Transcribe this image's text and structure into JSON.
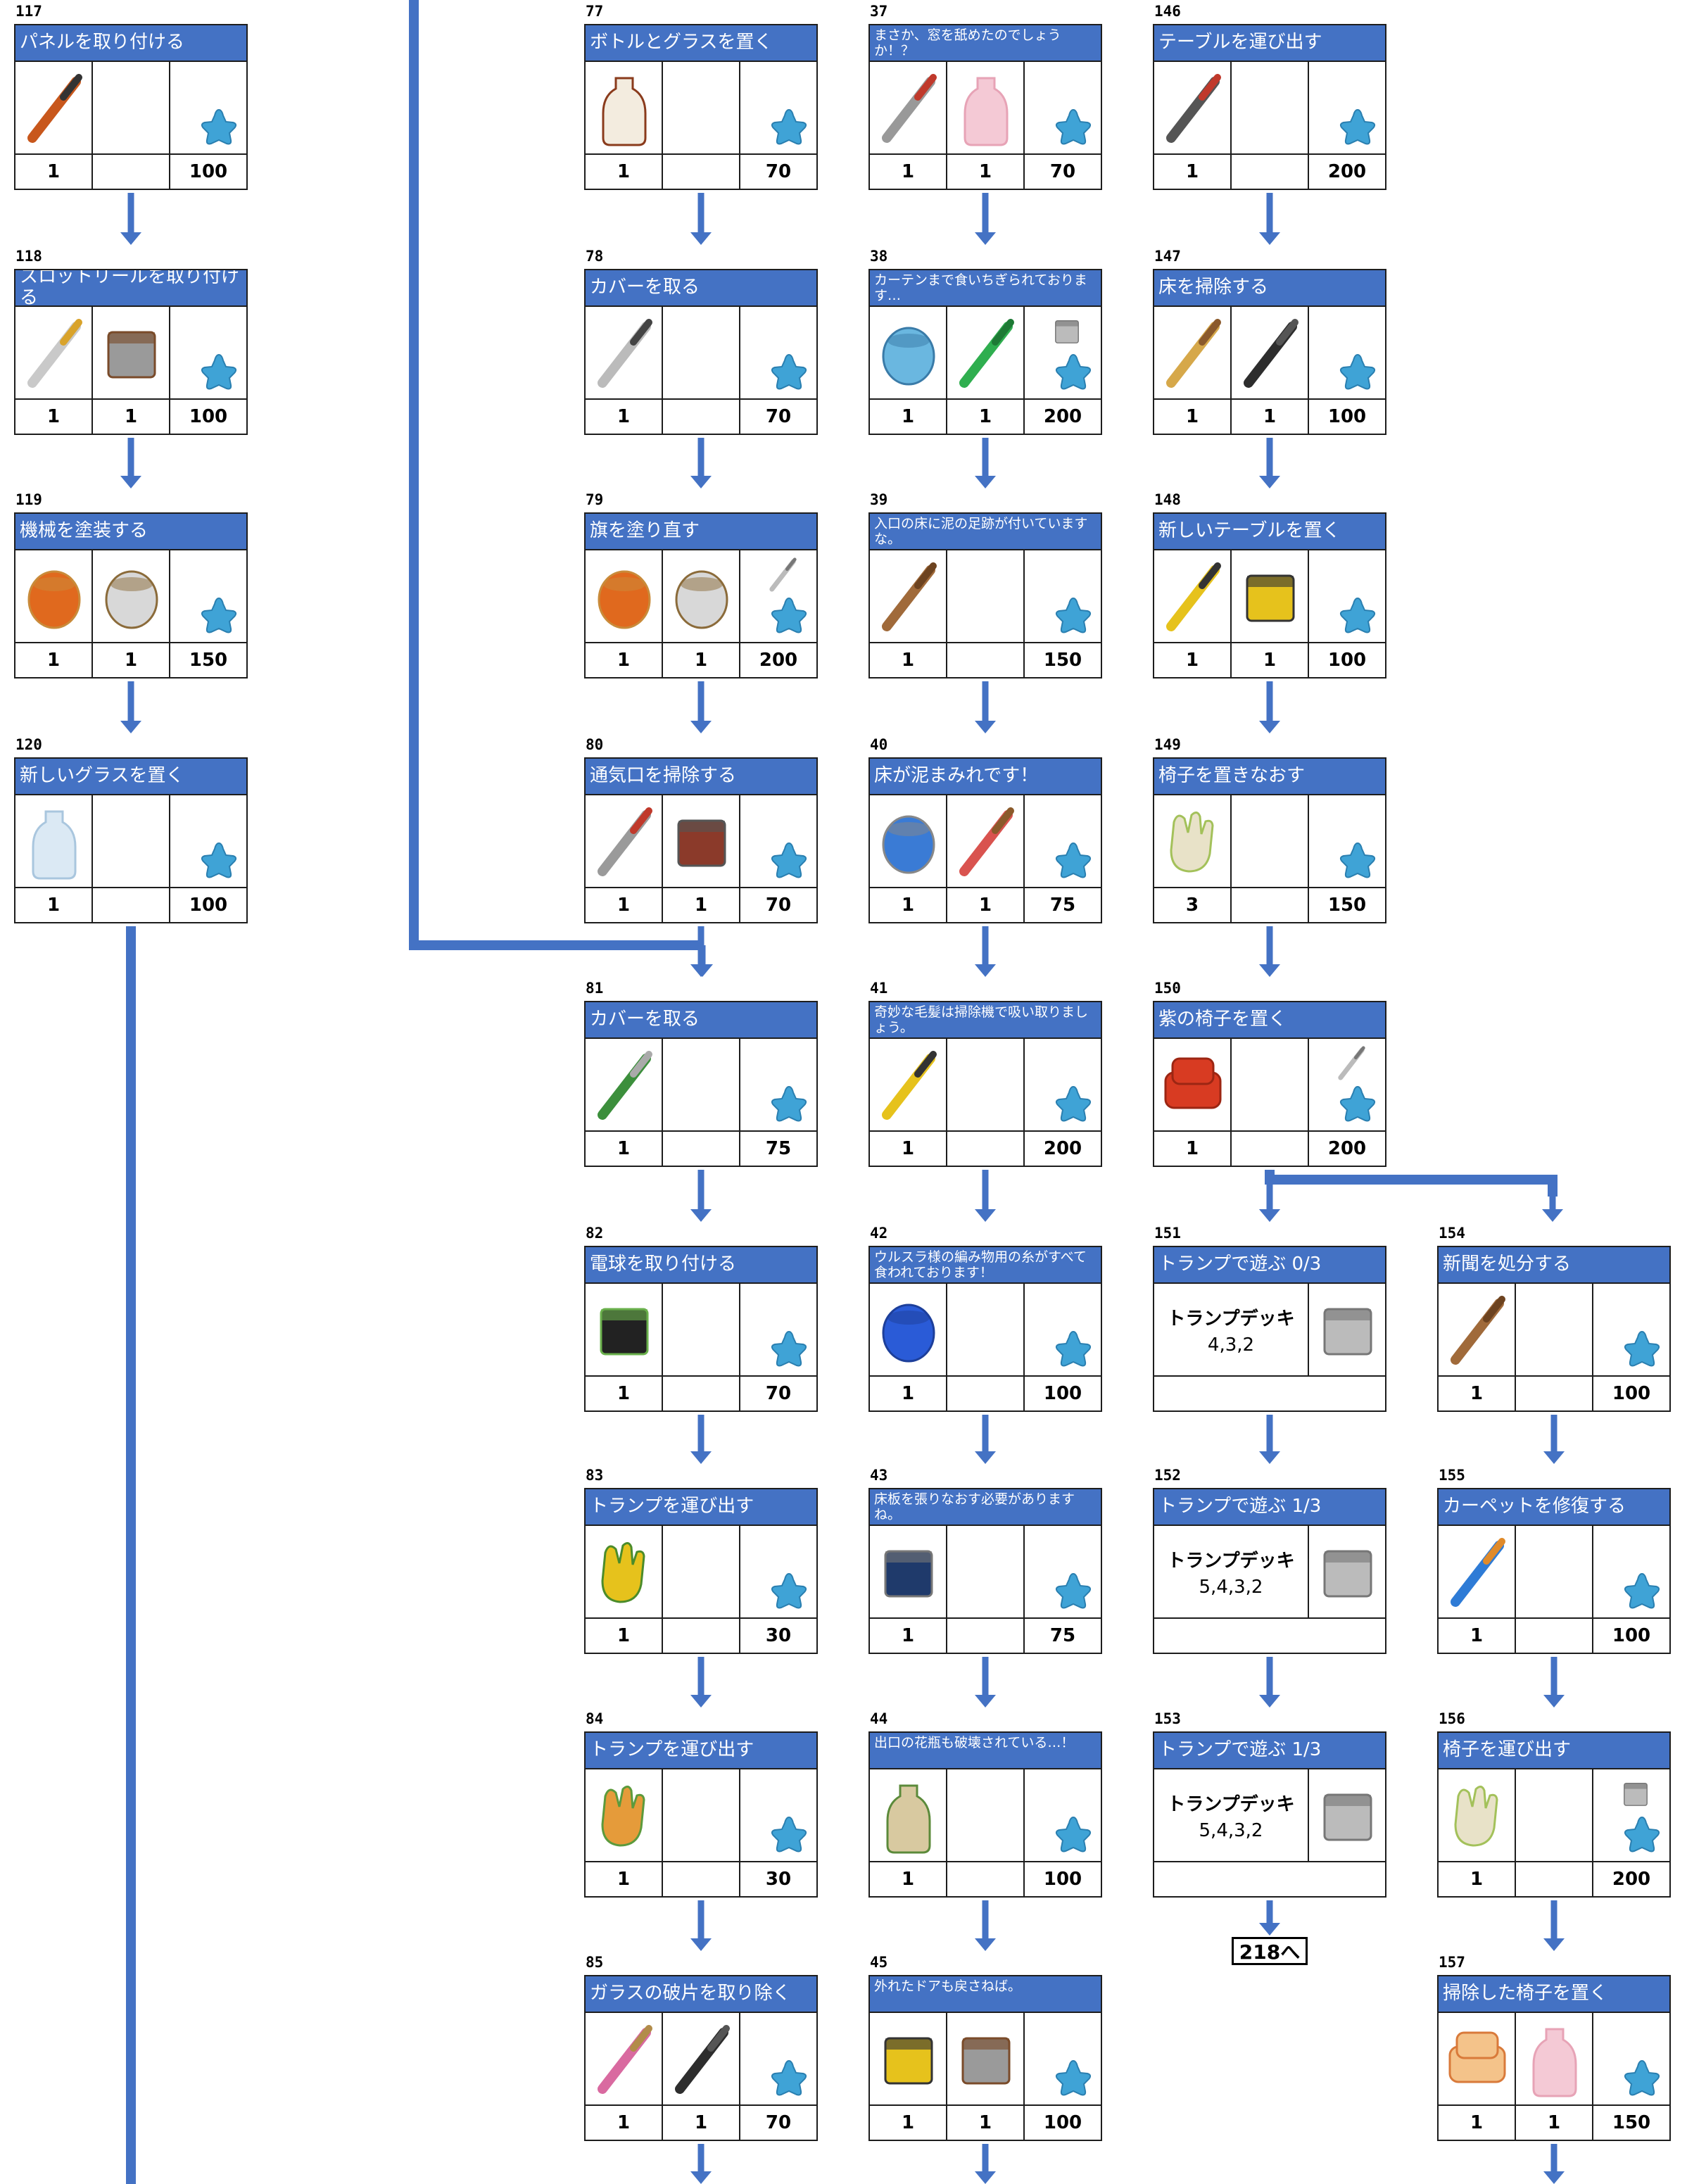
{
  "colors": {
    "header": "#4472c4",
    "connector": "#4472c4",
    "star": "#3fa3d6"
  },
  "cards": [
    {
      "num": "117",
      "title": "パネルを取り付ける",
      "col": 0,
      "row": 0,
      "items": [
        [
          "screwdriver-icon",
          "1"
        ],
        [
          "",
          ""
        ]
      ],
      "reward": "100"
    },
    {
      "num": "118",
      "title": "スロットリールを取り付ける",
      "col": 0,
      "row": 1,
      "items": [
        [
          "hacksaw-icon",
          "1"
        ],
        [
          "toolbox-icon",
          "1"
        ]
      ],
      "reward": "100"
    },
    {
      "num": "119",
      "title": "機械を塗装する",
      "col": 0,
      "row": 2,
      "items": [
        [
          "brush-bucket-icon",
          "1"
        ],
        [
          "paint-can-icon",
          "1"
        ]
      ],
      "reward": "150"
    },
    {
      "num": "120",
      "title": "新しいグラスを置く",
      "col": 0,
      "row": 3,
      "items": [
        [
          "glass-icon",
          "1"
        ],
        [
          "",
          ""
        ]
      ],
      "reward": "100"
    },
    {
      "num": "77",
      "title": "ボトルとグラスを置く",
      "col": 2,
      "row": 0,
      "items": [
        [
          "vase-icon",
          "1"
        ],
        [
          "",
          ""
        ]
      ],
      "reward": "70"
    },
    {
      "num": "78",
      "title": "カバーを取る",
      "col": 2,
      "row": 1,
      "items": [
        [
          "scissors-icon",
          "1"
        ],
        [
          "",
          ""
        ]
      ],
      "reward": "70"
    },
    {
      "num": "79",
      "title": "旗を塗り直す",
      "col": 2,
      "row": 2,
      "items": [
        [
          "brush-bucket-icon",
          "1"
        ],
        [
          "paint-can-icon",
          "1"
        ]
      ],
      "reward": "200",
      "gift": "paint-tray-icon"
    },
    {
      "num": "80",
      "title": "通気口を掃除する",
      "col": 2,
      "row": 3,
      "items": [
        [
          "crowbar-icon",
          "1"
        ],
        [
          "stool-icon",
          "1"
        ]
      ],
      "reward": "70"
    },
    {
      "num": "81",
      "title": "カバーを取る",
      "col": 2,
      "row": 4,
      "items": [
        [
          "pruning-shears-icon",
          "1"
        ],
        [
          "",
          ""
        ]
      ],
      "reward": "75"
    },
    {
      "num": "82",
      "title": "電球を取り付ける",
      "col": 2,
      "row": 5,
      "items": [
        [
          "lantern-icon",
          "1"
        ],
        [
          "",
          ""
        ]
      ],
      "reward": "70"
    },
    {
      "num": "83",
      "title": "トランプを運び出す",
      "col": 2,
      "row": 6,
      "items": [
        [
          "gloves-yellow-icon",
          "1"
        ],
        [
          "",
          ""
        ]
      ],
      "reward": "30"
    },
    {
      "num": "84",
      "title": "トランプを運び出す",
      "col": 2,
      "row": 7,
      "items": [
        [
          "gloves-green-icon",
          "1"
        ],
        [
          "",
          ""
        ]
      ],
      "reward": "30"
    },
    {
      "num": "85",
      "title": "ガラスの破片を取り除く",
      "col": 2,
      "row": 8,
      "items": [
        [
          "dustpan-icon",
          "1"
        ],
        [
          "vacuum-handheld-icon",
          "1"
        ]
      ],
      "reward": "70"
    },
    {
      "num": "37",
      "title": "まさか、窓を舐めたのでしょうか！？",
      "small": true,
      "col": 3,
      "row": 0,
      "items": [
        [
          "squeegee-icon",
          "1"
        ],
        [
          "soap-bottle-icon",
          "1"
        ]
      ],
      "reward": "70"
    },
    {
      "num": "38",
      "title": "カーテンまで食いちぎられております…",
      "small": true,
      "col": 3,
      "row": 1,
      "items": [
        [
          "thread-spool-icon",
          "1"
        ],
        [
          "fabric-roll-icon",
          "1"
        ]
      ],
      "reward": "200",
      "gift": "gift-box-icon"
    },
    {
      "num": "39",
      "title": "入口の床に泥の足跡が付いていますな。",
      "small": true,
      "col": 3,
      "row": 2,
      "items": [
        [
          "broom-icon",
          "1"
        ],
        [
          "",
          ""
        ]
      ],
      "reward": "150"
    },
    {
      "num": "40",
      "title": "床が泥まみれです！",
      "col": 3,
      "row": 3,
      "items": [
        [
          "hose-reel-icon",
          "1"
        ],
        [
          "plunger-icon",
          "1"
        ]
      ],
      "reward": "75"
    },
    {
      "num": "41",
      "title": "奇妙な毛髪は掃除機で吸い取りましょう。",
      "small": true,
      "col": 3,
      "row": 4,
      "items": [
        [
          "vacuum-cleaner-icon",
          "1"
        ],
        [
          "",
          ""
        ]
      ],
      "reward": "200"
    },
    {
      "num": "42",
      "title": "ウルスラ様の編み物用の糸がすべて食われております！",
      "small": true,
      "col": 3,
      "row": 5,
      "items": [
        [
          "yarn-ball-icon",
          "1"
        ],
        [
          "",
          ""
        ]
      ],
      "reward": "100"
    },
    {
      "num": "43",
      "title": "床板を張りなおす必要がありますね。",
      "small": true,
      "col": 3,
      "row": 6,
      "items": [
        [
          "tape-dispenser-icon",
          "1"
        ],
        [
          "",
          ""
        ]
      ],
      "reward": "75"
    },
    {
      "num": "44",
      "title": "出口の花瓶も破壊されている…！",
      "small": true,
      "col": 3,
      "row": 7,
      "items": [
        [
          "goblet-vase-icon",
          "1"
        ],
        [
          "",
          ""
        ]
      ],
      "reward": "100"
    },
    {
      "num": "45",
      "title": "外れたドアも戻さねば。",
      "small": true,
      "col": 3,
      "row": 8,
      "items": [
        [
          "hand-truck-icon",
          "1"
        ],
        [
          "toolbox-icon",
          "1"
        ]
      ],
      "reward": "100"
    },
    {
      "num": "146",
      "title": "テーブルを運び出す",
      "col": 4,
      "row": 0,
      "items": [
        [
          "hammer-icon",
          "1"
        ],
        [
          "",
          ""
        ]
      ],
      "reward": "200"
    },
    {
      "num": "147",
      "title": "床を掃除する",
      "col": 4,
      "row": 1,
      "items": [
        [
          "mop-icon",
          "1"
        ],
        [
          "vacuum-handheld-icon",
          "1"
        ]
      ],
      "reward": "100"
    },
    {
      "num": "148",
      "title": "新しいテーブルを置く",
      "col": 4,
      "row": 2,
      "items": [
        [
          "level-icon",
          "1"
        ],
        [
          "hand-truck-icon",
          "1"
        ]
      ],
      "reward": "100"
    },
    {
      "num": "149",
      "title": "椅子を置きなおす",
      "col": 4,
      "row": 3,
      "items": [
        [
          "gloves-cream-icon",
          "3"
        ],
        [
          "",
          ""
        ]
      ],
      "reward": "150"
    },
    {
      "num": "150",
      "title": "紫の椅子を置く",
      "col": 4,
      "row": 4,
      "items": [
        [
          "armchair-red-icon",
          "1"
        ],
        [
          "",
          ""
        ]
      ],
      "reward": "200",
      "gift": "playing-card-icon"
    },
    {
      "num": "151",
      "title": "トランプで遊ぶ 0/3",
      "col": 4,
      "row": 5,
      "deck": {
        "label": "トランプデッキ",
        "nums": "4,3,2",
        "icon": "chest-icon"
      }
    },
    {
      "num": "152",
      "title": "トランプで遊ぶ 1/3",
      "col": 4,
      "row": 6,
      "deck": {
        "label": "トランプデッキ",
        "nums": "5,4,3,2",
        "icon": "red-box-icon"
      }
    },
    {
      "num": "153",
      "title": "トランプで遊ぶ 1/3",
      "col": 4,
      "row": 7,
      "deck": {
        "label": "トランプデッキ",
        "nums": "5,4,3,2",
        "icon": "blue-box-icon"
      }
    },
    {
      "num": "154",
      "title": "新聞を処分する",
      "col": 5,
      "row": 5,
      "items": [
        [
          "broom-icon",
          "1"
        ],
        [
          "",
          ""
        ]
      ],
      "reward": "100"
    },
    {
      "num": "155",
      "title": "カーペットを修復する",
      "col": 5,
      "row": 6,
      "items": [
        [
          "iron-icon",
          "1"
        ],
        [
          "",
          ""
        ]
      ],
      "reward": "100"
    },
    {
      "num": "156",
      "title": "椅子を運び出す",
      "col": 5,
      "row": 7,
      "items": [
        [
          "gloves-cream-icon",
          "1"
        ],
        [
          "",
          ""
        ]
      ],
      "reward": "200",
      "gift": "blue-toolbox-icon"
    },
    {
      "num": "157",
      "title": "掃除した椅子を置く",
      "col": 5,
      "row": 8,
      "items": [
        [
          "armchair-peach-icon",
          "1"
        ],
        [
          "soap-bottle-icon",
          "1"
        ]
      ],
      "reward": "150"
    }
  ],
  "reference": "218へ"
}
